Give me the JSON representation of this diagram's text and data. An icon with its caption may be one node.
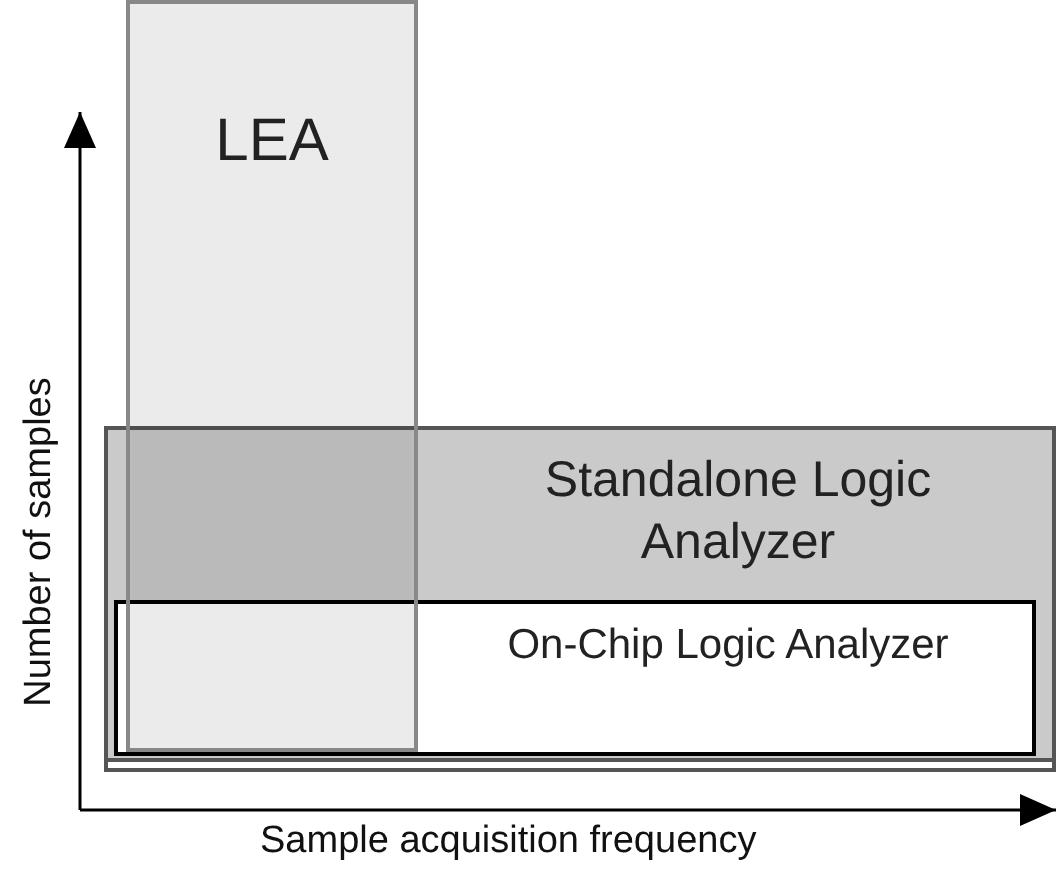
{
  "diagram": {
    "nodes": [
      {
        "text": [
          "LEA"
        ]
      },
      {
        "text": [
          "Standalone Logic Analyzer"
        ]
      },
      {
        "text": [
          "On-Chip Logic Analyzer"
        ],
        "in": 1
      }
    ],
    "labels": [
      "Number of samples",
      "Sample acquisition frequency"
    ]
  }
}
